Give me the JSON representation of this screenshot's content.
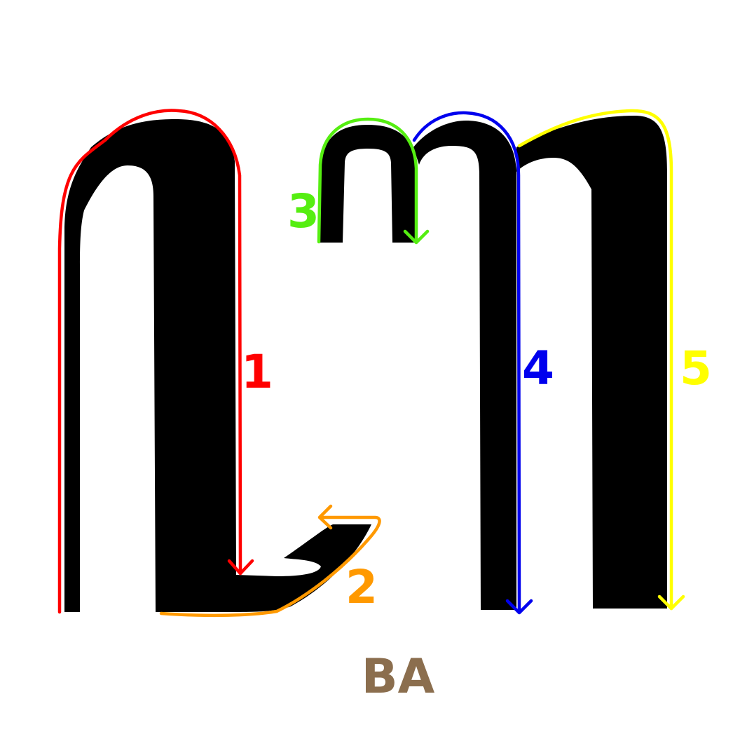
{
  "caption": "BA",
  "colors": {
    "glyph": "#000000",
    "background": "#ffffff",
    "caption": "#8b6e4e"
  },
  "strokes": [
    {
      "label": "1",
      "color": "#ff0000",
      "icon": "arrow-down"
    },
    {
      "label": "2",
      "color": "#ff9900",
      "icon": "arrow-left"
    },
    {
      "label": "3",
      "color": "#55ee11",
      "icon": "arrow-down"
    },
    {
      "label": "4",
      "color": "#0000ee",
      "icon": "arrow-down"
    },
    {
      "label": "5",
      "color": "#ffff00",
      "icon": "arrow-down"
    }
  ]
}
